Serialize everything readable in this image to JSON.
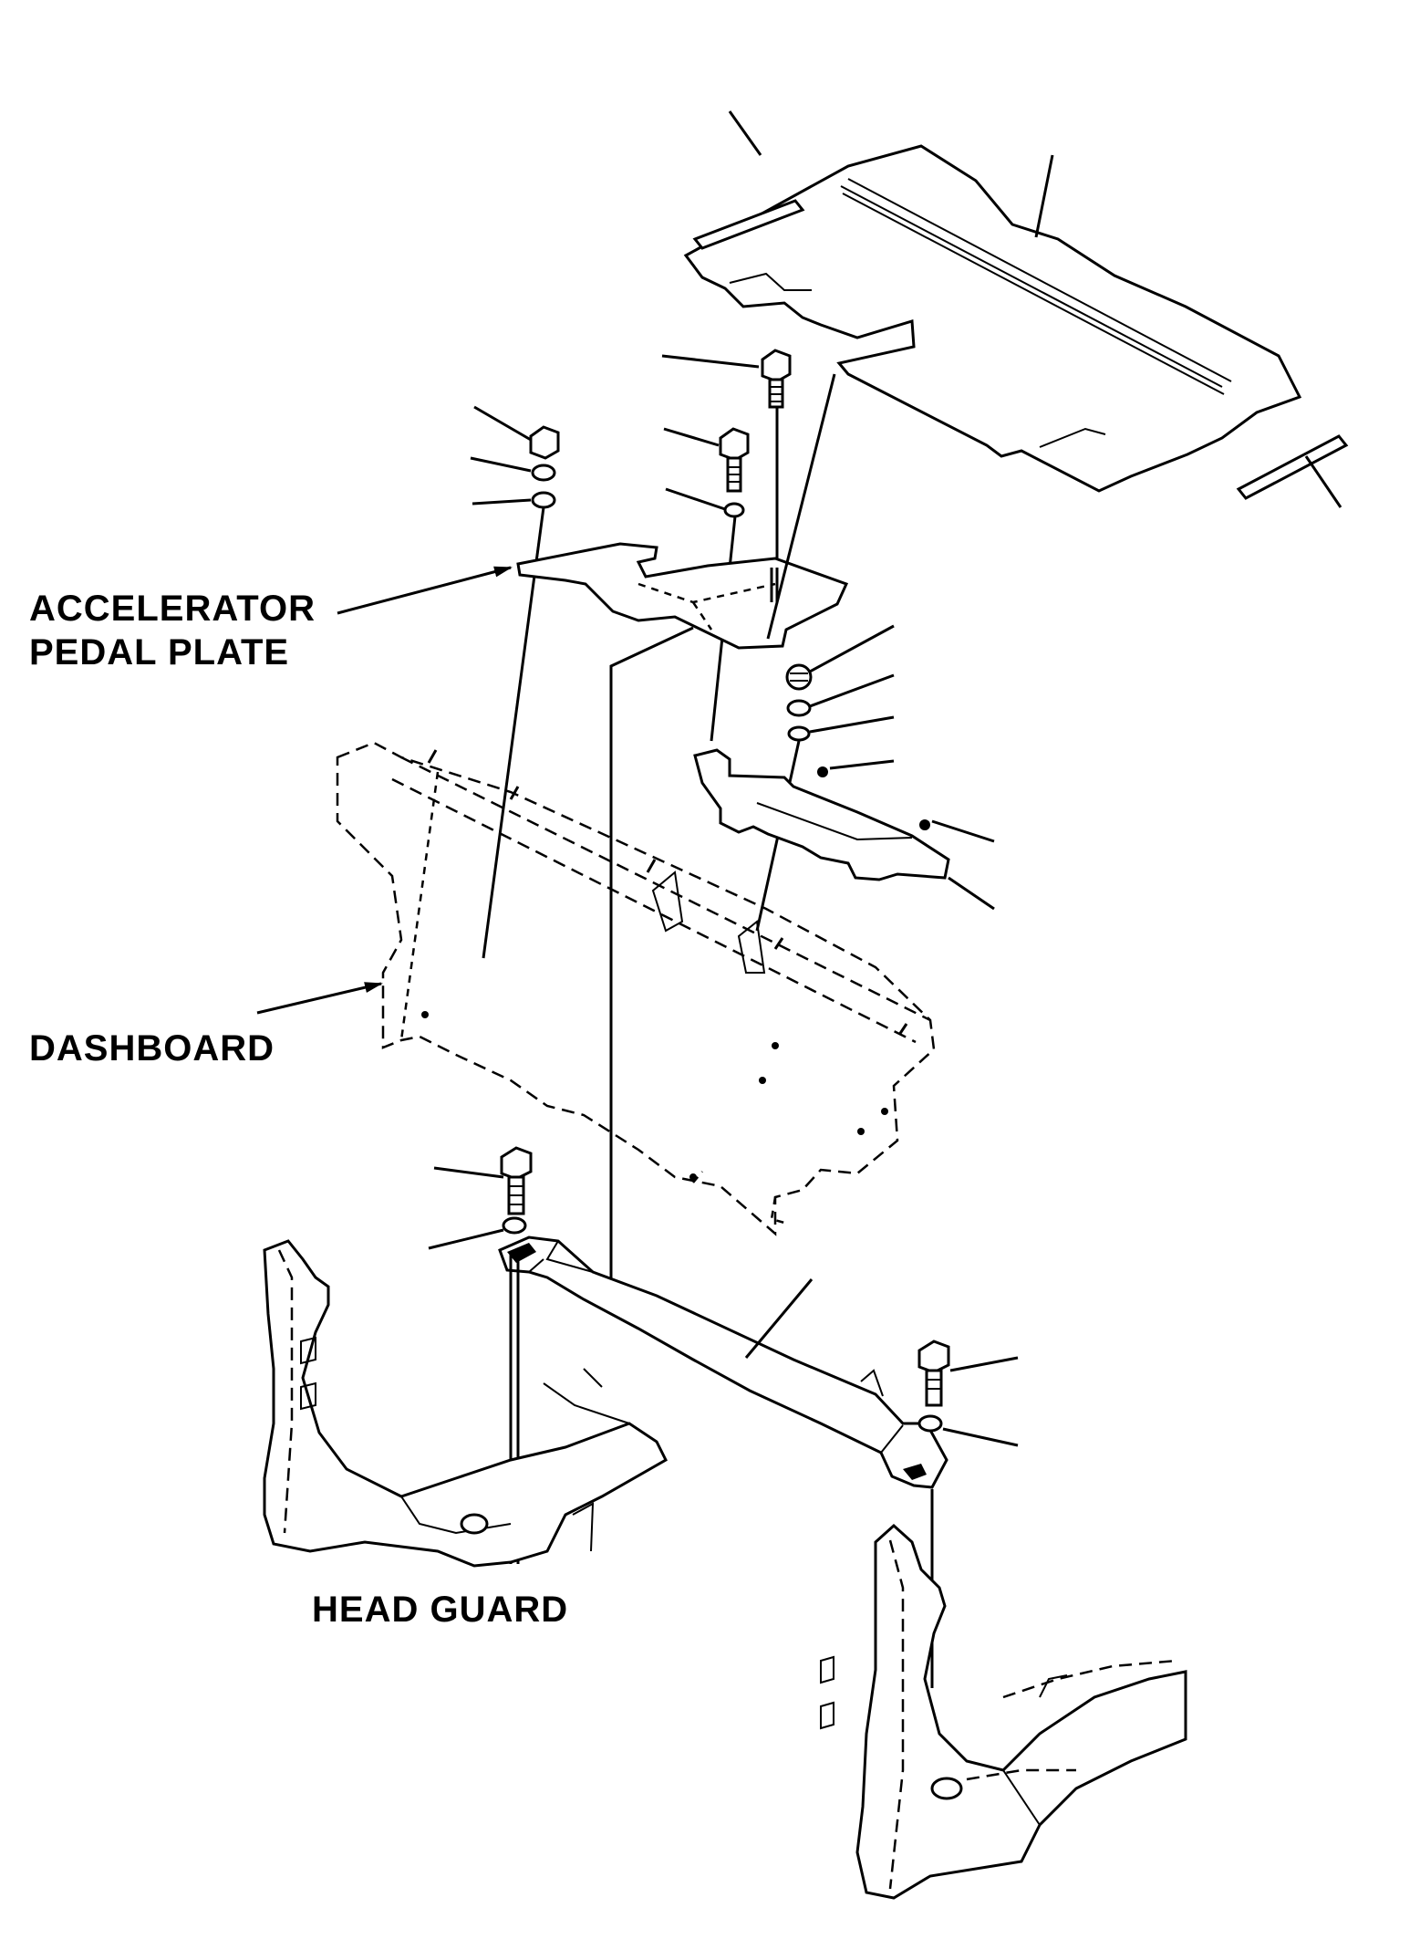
{
  "labels": {
    "accelerator_line1": "ACCELERATOR",
    "accelerator_line2": "PEDAL PLATE",
    "dashboard": "DASHBOARD",
    "head_guard": "HEAD GUARD"
  },
  "colors": {
    "ink": "#000000",
    "paper": "#ffffff"
  }
}
